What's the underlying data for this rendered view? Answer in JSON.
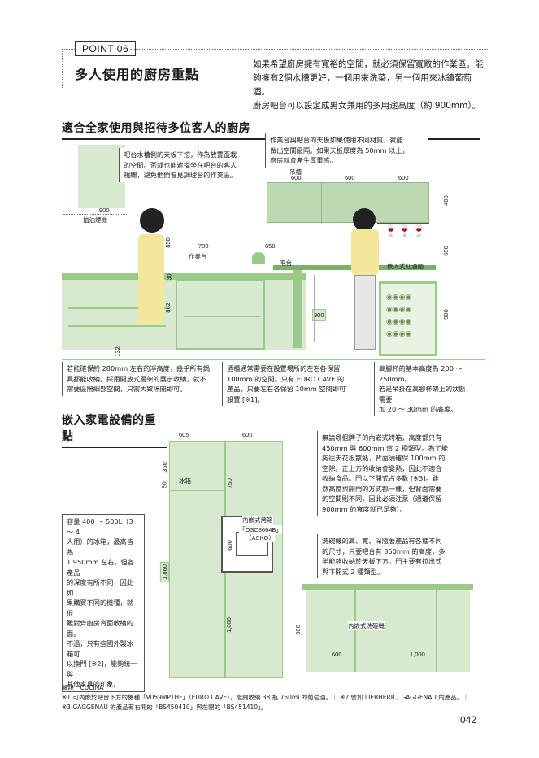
{
  "header": {
    "point": "POINT 06",
    "title": "多人使用的廚房重點",
    "intro": [
      "如果希望廚房擁有寬裕的空間，就必須保留寬敞的作業區。能",
      "夠擁有2個水槽更好，一個用來洗菜，另一個用來冰鎮葡萄酒。",
      "廚房吧台可以設定成男女兼用的多用途高度（約 900mm）。"
    ]
  },
  "section1": {
    "title": "適合全家使用與招待多位客人的廚房",
    "note_top_left": [
      "吧台水槽側的天板下挖，作為放置盃栽",
      "的空間。盃栽也能遮擋坐在吧台的客人",
      "視線，避免他們看見調理台的作業區。"
    ],
    "note_top_right": [
      "作業台與吧台的天板如果使用不同材質，就能",
      "做出空間區隔。如果天板厚度為 50mm 以上，",
      "廚房就會產生厚重感。"
    ],
    "labels": {
      "hood": "抽油煙機",
      "worktop": "作業台",
      "bar": "吧台",
      "cabinet": "吊櫃",
      "wine_cellar": "嵌入式紅酒櫃"
    },
    "dims": {
      "hood_w": "900",
      "d850": "850",
      "d30": "30",
      "d862": "862",
      "d132": "132",
      "w700": "700",
      "w650": "650",
      "cab1": "600",
      "cab2": "600",
      "cab3": "600",
      "h400": "400",
      "h600": "600",
      "h900": "900",
      "bar_h": "900"
    },
    "notes_bottom": [
      [
        "若能確保約 280mm 左右的淨高度，幾乎所有鍋",
        "具都能收納。採用開放式層架的展示收納，就不",
        "需要區隔細部空間，只需大致隔開即可。"
      ],
      [
        "酒櫃通常需要在設置場所的左右各保留",
        "100mm 的空間。只有 EURO CAVE 的",
        "產品，只要左右各保留 10mm 空間即可",
        "設置 [※1]。"
      ],
      [
        "高腳杯的基本高度為 200 ～ 250mm。",
        "若是吊掛在高腳杯架上的狀態，需要",
        "加 20 ～ 30mm 的高度。"
      ]
    ]
  },
  "section2": {
    "title": "嵌入家電設備的重點",
    "dims": {
      "w605": "605",
      "w600": "600",
      "h350": "350",
      "h50": "50",
      "h750": "750",
      "h1860": "1,860",
      "h600b": "600",
      "h1000": "1,000",
      "dw900": "900",
      "dw600": "600",
      "dw1000": "1,000"
    },
    "labels": {
      "fridge": "冰箱",
      "oven": "內嵌式烤箱",
      "oven_model": "「OSC8664B」",
      "oven_brand": "（ASKO）",
      "dishwasher": "內嵌式洗碗機"
    },
    "note_oven": [
      "無論哪個牌子的內嵌式烤箱，高度都只有",
      "450mm 與 600mm 這 2 種類型。為了能",
      "夠往天花板散熱，背面須確保 100mm 的",
      "空隙。正上方的收納會變熱，因此不適合",
      "收納食品。門以下開式占多數 [※3]。雖",
      "然高度與開門的方式都一樣，但背面需要",
      "的空間則不同，因此必須注意（通道保留",
      "900mm 的寬度就已足夠）。"
    ],
    "note_fridge": [
      "容量 400 ～ 500L（3 ～ 4",
      "人用）的冰箱，最高皆為",
      "1,950mm 左右，但各產品",
      "的深度有所不同，因此如",
      "果購買不同的機種，就很",
      "難對齊廚房背面收納的面。",
      "不過，只有些國外製冰箱可",
      "以換門 [※2]，能夠統一與",
      "其他家具的印象。"
    ],
    "note_dishwasher": [
      "洗碗機的高、寬、深隨著產品有各種不同",
      "的尺寸，只要吧台有 850mm 的高度，多",
      "半能夠收納於天板下方。門主要有拉出式",
      "與下開式 2 種類型。"
    ]
  },
  "footer": {
    "credit": "解說　CUCINA",
    "notes": [
      "※1 可內嵌於吧台下方的機種「V059MPTHF」（EURO CAVE），能夠收納 38 瓶 750ml 的葡萄酒。｜ ※2 譬如 LIEBHERR、GAGGENAU 的產品。｜",
      "※3 GAGGENAU 的產品有右開的「BS450410」與左開的「BS451410」。"
    ],
    "page": "042"
  },
  "colors": {
    "accent": "#8cc07a",
    "mint": "#d7ead0",
    "yellow": "#f2e79a"
  }
}
